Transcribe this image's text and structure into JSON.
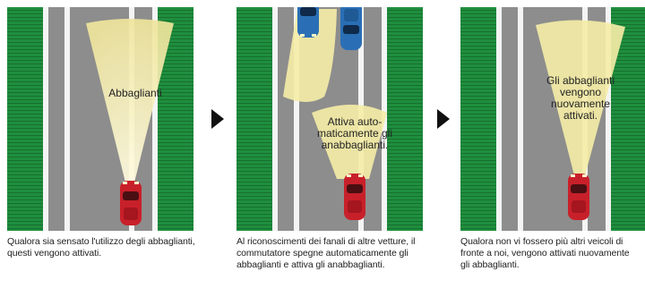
{
  "panels": [
    {
      "label": "Abbaglianti",
      "caption": "Qualora sia sensato l'utilizzo degli abbaglianti, questi vengono attivati."
    },
    {
      "label": "Attiva auto-\nmaticamente gli\nanabbaglianti.",
      "caption": "Al riconoscimenti dei fanali di altre vetture, il commutatore spegne automaticamente gli abbaglianti e attiva gli anabbaglianti."
    },
    {
      "label": "Gli abbaglianti\nvengono\nnuovamente\nattivati.",
      "caption": "Qualora non vi fossero più altri veicoli di fronte a noi, vengono attivati nuovamente gli abbaglianti."
    }
  ],
  "colors": {
    "grass": "#1e8a3a",
    "road": "#8c8c8c",
    "lane_line": "#f2f2f2",
    "light_beam": "#f3eba6",
    "car_red": "#c8202a",
    "car_blue": "#2a6fb5"
  },
  "icons": {
    "arrow": "right-triangle-arrow"
  }
}
